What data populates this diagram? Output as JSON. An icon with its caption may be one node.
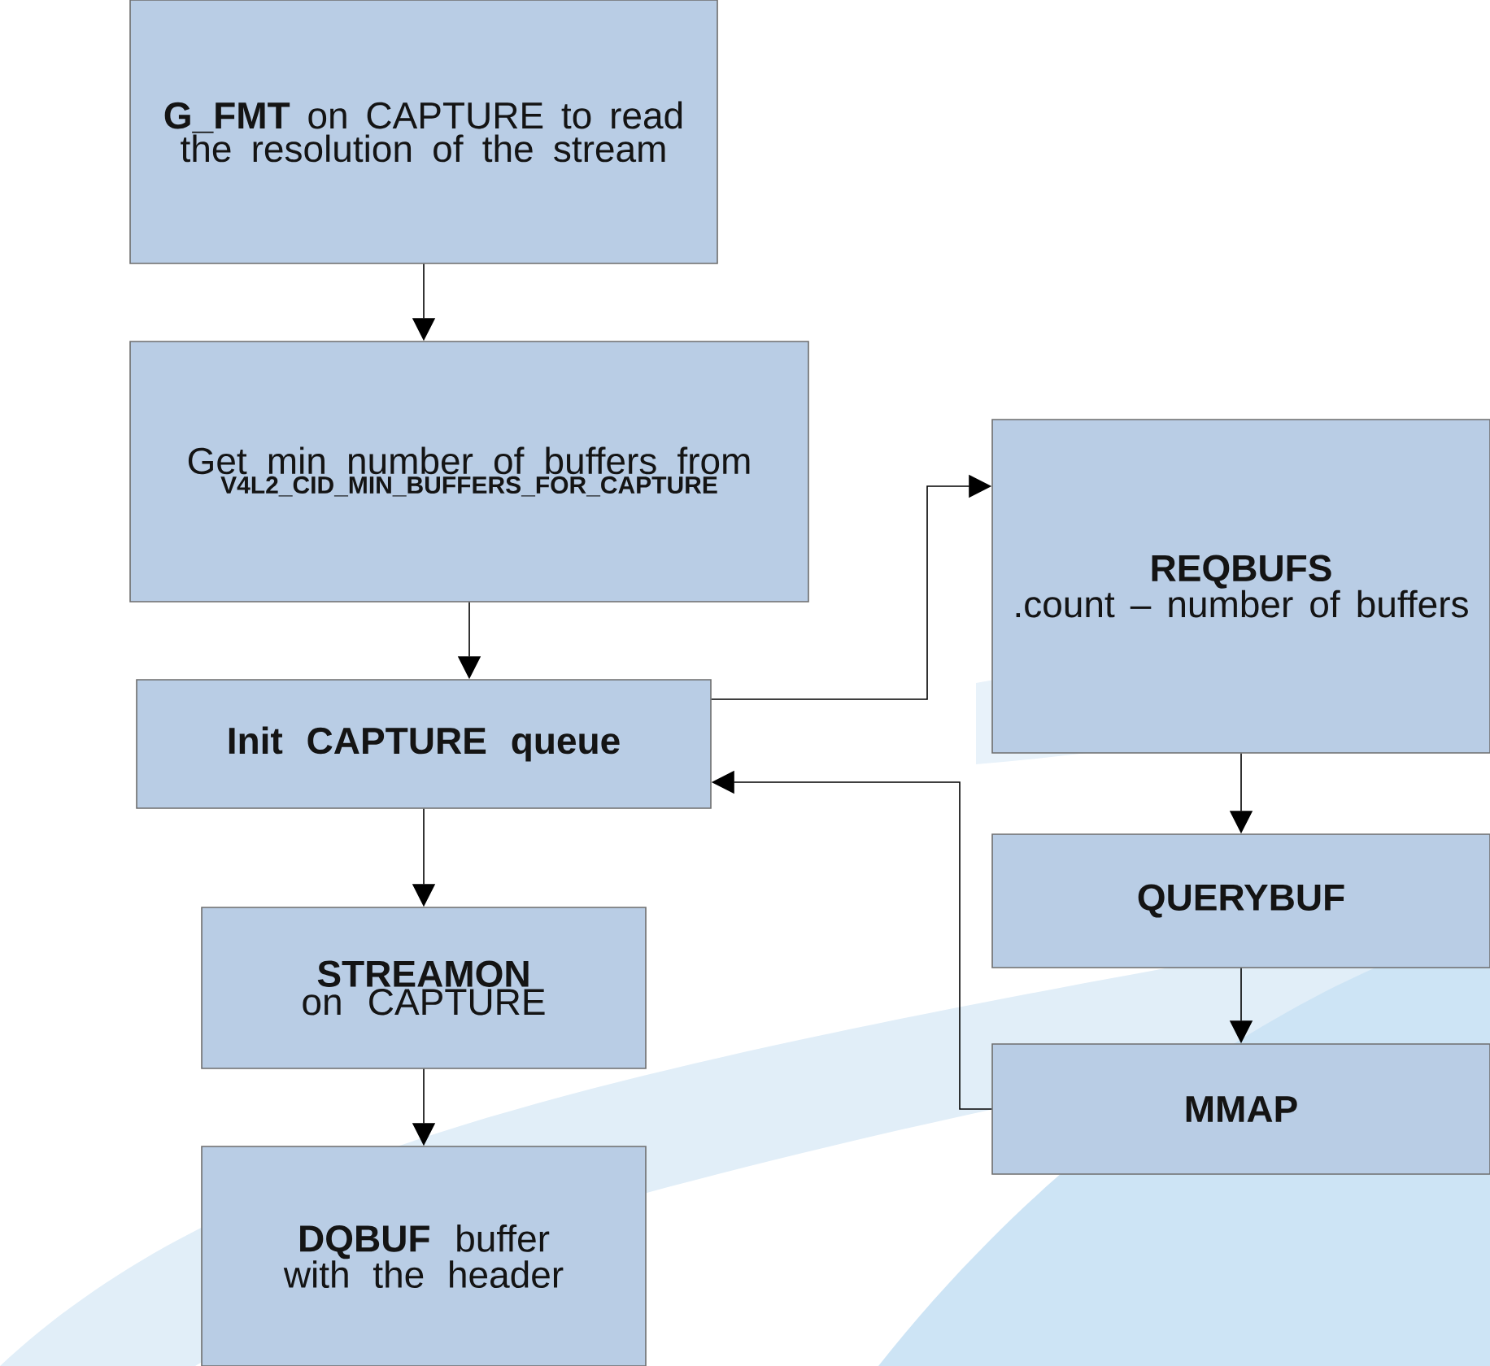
{
  "diagram": {
    "nodes": [
      {
        "text": [
          "**G_FMT** on CAPTURE to read the resolution of the stream"
        ]
      },
      {
        "text": [
          "Get min number of buffers from",
          "V4L2_CID_MIN_BUFFERS_FOR_CAPTURE"
        ]
      },
      {
        "text": [
          "Init CAPTURE queue"
        ]
      },
      {
        "text": [
          "**STREAMON** on CAPTURE"
        ]
      },
      {
        "text": [
          "**DQBUF** buffer with the header"
        ]
      },
      {
        "text": [
          "REQBUFS",
          ".count – number of buffers"
        ]
      },
      {
        "text": [
          "QUERYBUF"
        ]
      },
      {
        "text": [
          "MMAP"
        ]
      }
    ],
    "edges": [
      {
        "from": 0,
        "to": 1,
        "arrow": "to"
      },
      {
        "from": 1,
        "to": 2,
        "arrow": "to"
      },
      {
        "from": 2,
        "to": 5,
        "arrow": "to"
      },
      {
        "from": 5,
        "to": 6,
        "arrow": "to"
      },
      {
        "from": 6,
        "to": 7,
        "arrow": "to"
      },
      {
        "from": 7,
        "to": 2,
        "arrow": "to"
      },
      {
        "from": 2,
        "to": 3,
        "arrow": "to"
      },
      {
        "from": 3,
        "to": 4,
        "arrow": "to"
      }
    ]
  }
}
